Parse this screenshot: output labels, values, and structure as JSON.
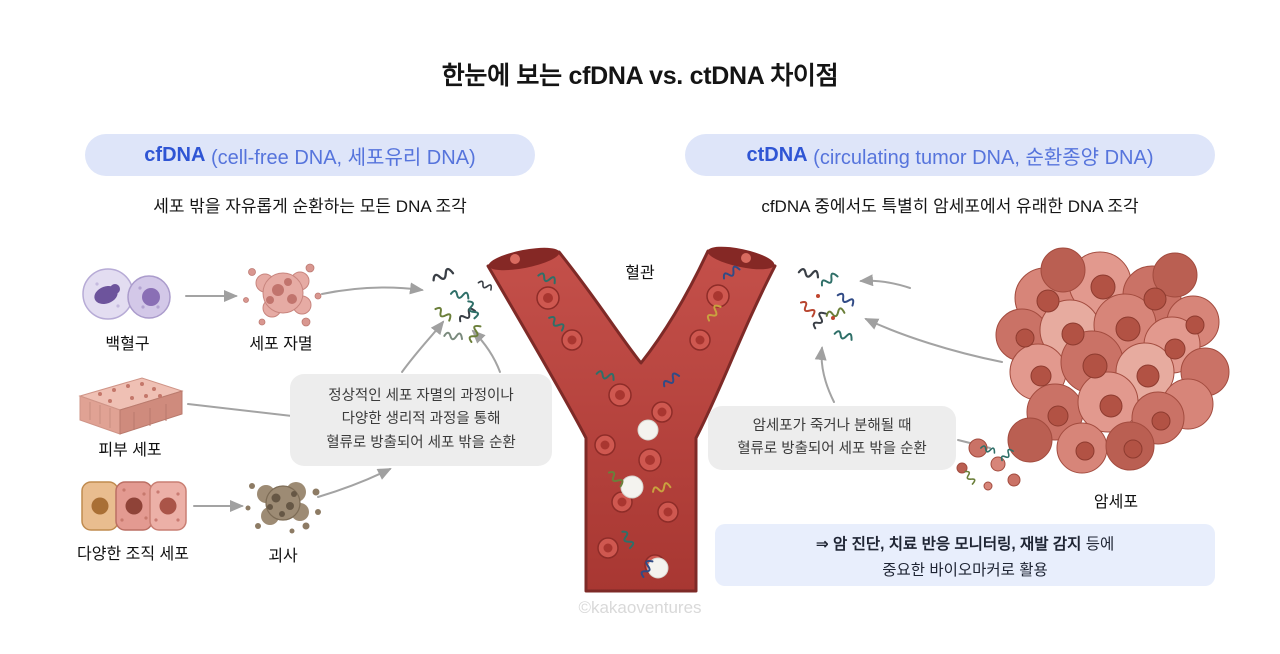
{
  "title": "한눈에 보는 cfDNA vs. ctDNA 차이점",
  "cfdna": {
    "name": "cfDNA",
    "desc": " (cell-free DNA, 세포유리 DNA)",
    "subtitle": "세포 밖을 자유롭게 순환하는 모든 DNA 조각",
    "callout": "정상적인 세포 자멸의 과정이나\n다양한 생리적 과정을 통해\n혈류로 방출되어 세포 밖을 순환"
  },
  "ctdna": {
    "name": "ctDNA",
    "desc": " (circulating tumor DNA, 순환종양 DNA)",
    "subtitle": "cfDNA 중에서도 특별히 암세포에서 유래한 DNA 조각",
    "callout": "암세포가 죽거나 분해될 때\n혈류로 방출되어 세포 밖을 순환"
  },
  "labels": {
    "wbc": "백혈구",
    "apoptosis": "세포 자멸",
    "skin": "피부 세포",
    "tissue": "다양한 조직 세포",
    "necrosis": "괴사",
    "vessel": "혈관",
    "tumor": "암세포"
  },
  "footer_box": {
    "line1_bold": "⇒ 암 진단, 치료 반응 모니터링, 재발 감지",
    "line1_regular": " 등에",
    "line2": "중요한 바이오마커로 활용"
  },
  "watermark": "©kakaoventures",
  "colors": {
    "accent_blue": "#2f55d4",
    "pill_bg": "#dee5f9",
    "callout_bg": "#ededed",
    "footer_bg": "#e8eefc",
    "vessel_red": "#b8423d"
  }
}
